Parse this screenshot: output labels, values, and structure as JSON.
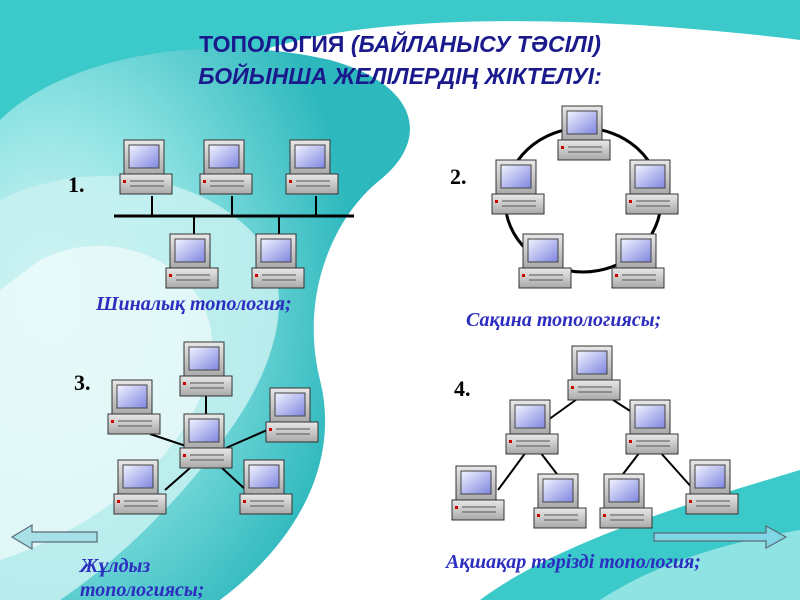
{
  "title": {
    "line1_a": "ТОПОЛОГИЯ",
    "line1_b": " (БАЙЛАНЫСУ ТӘСІЛІ)",
    "line2": "БОЙЫНША ЖЕЛІЛЕРДІҢ ЖІКТЕЛУІ:"
  },
  "topologies": {
    "bus": {
      "number": "1.",
      "caption": "Шиналық топология;"
    },
    "ring": {
      "number": "2.",
      "caption": "Сақина топологиясы;"
    },
    "star": {
      "number": "3.",
      "caption": "Жұлдыз топологиясы;"
    },
    "tree": {
      "number": "4.",
      "caption": "Ақшақар тәрізді топология;"
    }
  },
  "colors": {
    "title": "#1a1a8c",
    "caption": "#2d2dc0",
    "background_swirl": "#3bc9c9",
    "prev_arrow": "#a8e0e8",
    "next_arrow": "#7fd6e4"
  },
  "icons": {
    "computer": "desktop-computer-icon",
    "prev": "left-arrow-icon",
    "next": "right-arrow-icon"
  }
}
